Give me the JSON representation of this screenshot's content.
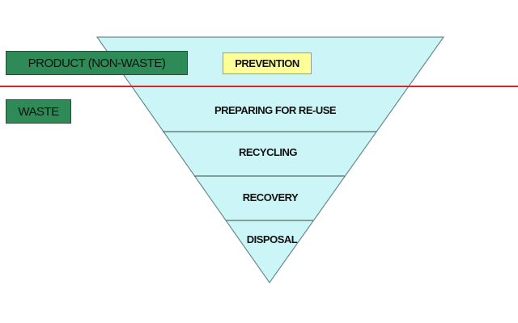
{
  "title_labels": {
    "product": "PRODUCT (NON-WASTE)",
    "waste": "WASTE"
  },
  "hierarchy": [
    {
      "label": "PREVENTION"
    },
    {
      "label": "PREPARING FOR RE-USE"
    },
    {
      "label": "RECYCLING"
    },
    {
      "label": "RECOVERY"
    },
    {
      "label": "DISPOSAL"
    }
  ],
  "colors": {
    "triangle_fill": "#ccf5f7",
    "outline": "#6a8a8a",
    "divider": "#e02020",
    "category_box": "#2e8b57",
    "prevention_box": "#ffff99"
  }
}
